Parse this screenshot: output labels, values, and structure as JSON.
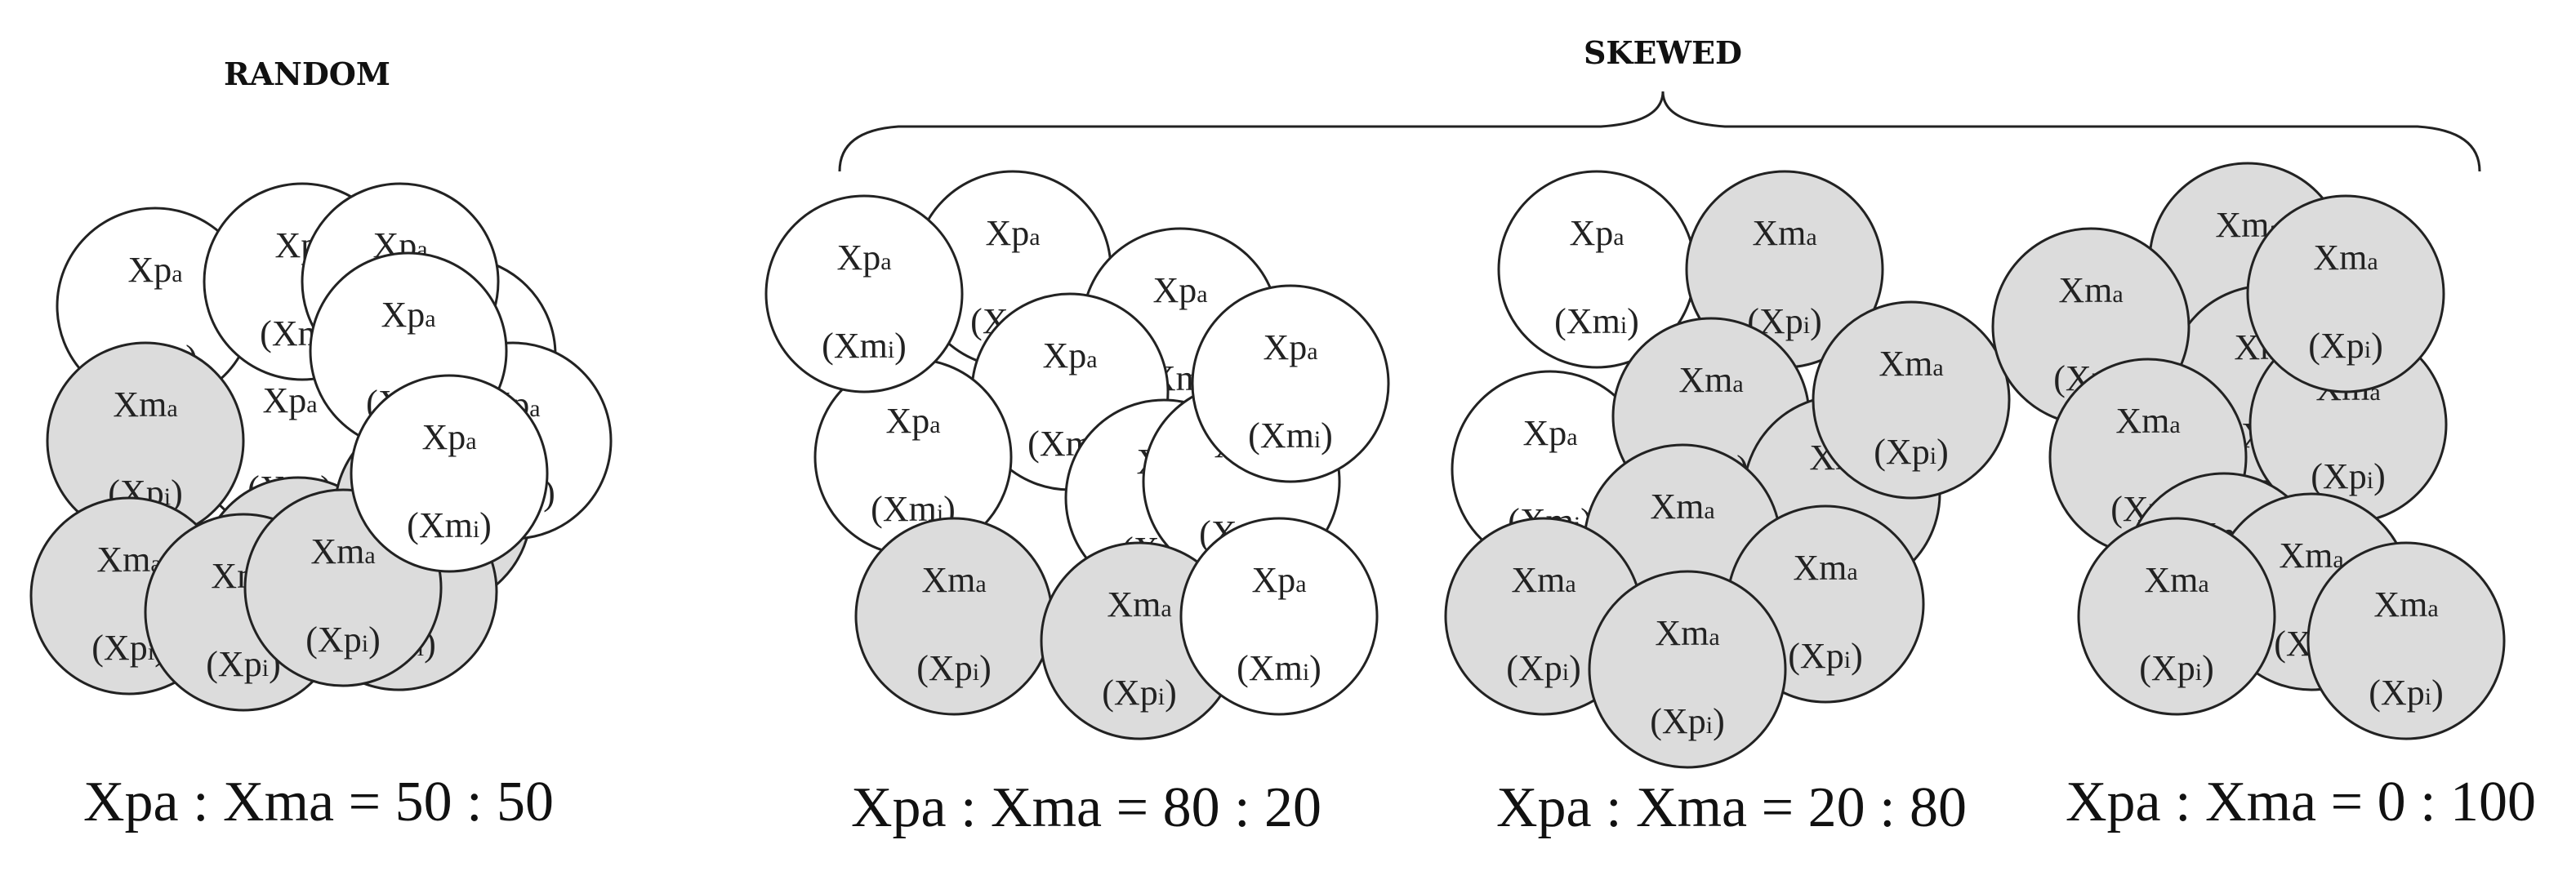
{
  "headers": {
    "random": "RANDOM",
    "skewed": "SKEWED"
  },
  "ratios": [
    "Xpa : Xma = 50 : 50",
    "Xpa : Xma = 80 : 20",
    "Xpa : Xma = 20 : 80",
    "Xpa : Xma = 0 : 100"
  ],
  "circle_types": {
    "pa": {
      "top_main": "Xp",
      "top_sub": "a",
      "bottom_main": "(Xm",
      "bottom_sub": "i",
      "bottom_close": ")",
      "fill": "#ffffff"
    },
    "ma": {
      "top_main": "Xm",
      "top_sub": "a",
      "bottom_main": "(Xp",
      "bottom_sub": "i",
      "bottom_close": ")",
      "fill": "#dcdcdc"
    }
  },
  "groups": [
    {
      "name": "random",
      "pa_count": 8,
      "ma_count": 7
    },
    {
      "name": "skewed-80-20",
      "pa_count": 8,
      "ma_count": 2
    },
    {
      "name": "skewed-20-80",
      "pa_count": 2,
      "ma_count": 8
    },
    {
      "name": "skewed-0-100",
      "pa_count": 0,
      "ma_count": 10
    }
  ],
  "colors": {
    "stroke": "#222222",
    "pa_fill": "#ffffff",
    "ma_fill": "#dcdcdc"
  }
}
